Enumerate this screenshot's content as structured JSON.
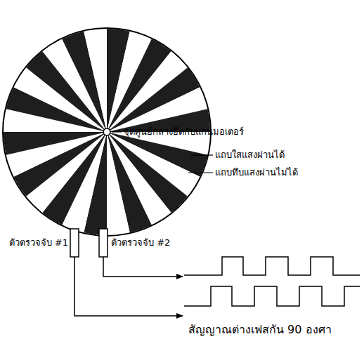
{
  "diagram": {
    "caption": "สัญญาณต่างเฟสกัน 90 องศา",
    "labels": [
      "จุดศูนย์กลางยึดกับแกนมอเตอร์",
      "แถบใสแสงผ่านได้",
      "แถบทึบแสงผ่านไม่ได้",
      "ตัวตรวจจับ #1",
      "ตัวตรวจจับ #2"
    ]
  }
}
